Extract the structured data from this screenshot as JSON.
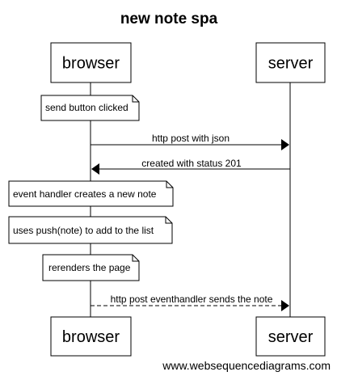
{
  "title": "new note spa",
  "actors": {
    "browser": "browser",
    "server": "server"
  },
  "notes": [
    "send button clicked",
    "event handler creates a new note",
    "uses push(note) to add to the list",
    "rerenders the page"
  ],
  "messages": [
    {
      "from": "browser",
      "to": "server",
      "label": "http post with json",
      "style": "solid"
    },
    {
      "from": "server",
      "to": "browser",
      "label": "created with status 201",
      "style": "solid"
    },
    {
      "from": "browser",
      "to": "server",
      "label": "http post eventhandler sends the note",
      "style": "dashed"
    }
  ],
  "credit": "www.websequencediagrams.com"
}
